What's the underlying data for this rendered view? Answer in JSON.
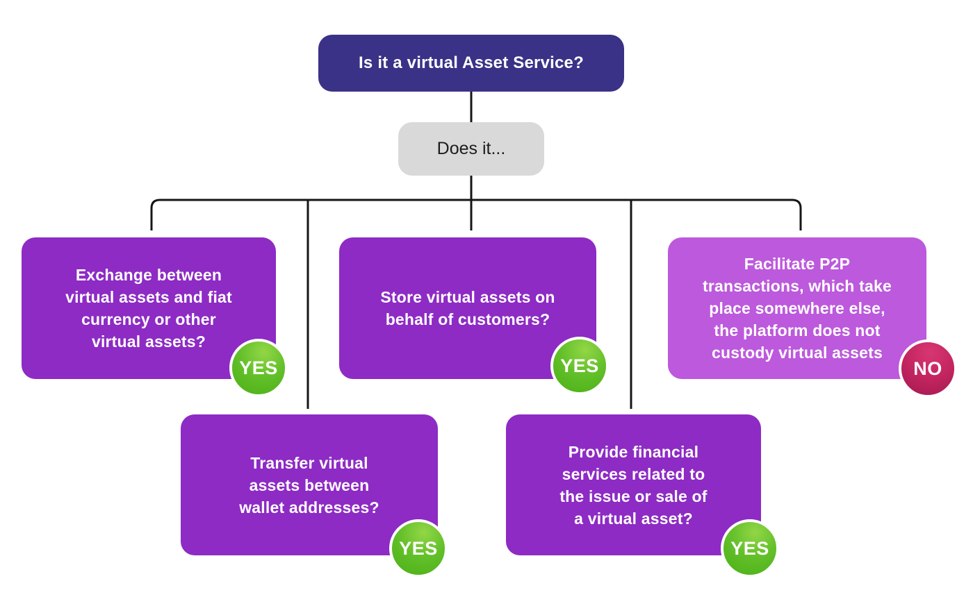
{
  "flowchart": {
    "root_question": "Is it a virtual Asset Service?",
    "connector_label": "Does it...",
    "branches": [
      {
        "id": "exchange",
        "question": "Exchange between\nvirtual assets and fiat\ncurrency or other\nvirtual assets?",
        "answer": "YES"
      },
      {
        "id": "store",
        "question": "Store virtual assets on\nbehalf of customers?",
        "answer": "YES"
      },
      {
        "id": "p2p",
        "question": "Facilitate P2P\ntransactions, which take\nplace somewhere else,\nthe platform does not\ncustody virtual assets",
        "answer": "NO"
      },
      {
        "id": "transfer",
        "question": "Transfer virtual\nassets between\nwallet addresses?",
        "answer": "YES"
      },
      {
        "id": "financial",
        "question": "Provide financial\nservices related to\nthe issue or sale of\na virtual asset?",
        "answer": "YES"
      }
    ],
    "colors": {
      "root_bg": "#3A3287",
      "connector_bg": "#D9D9D9",
      "branch_bg": "#8D2BC4",
      "branch_bg_light": "#BC59DC",
      "yes_badge_green": "#55B71F",
      "no_badge_pink": "#C02360",
      "line": "#161616",
      "text_light": "#FFFFFF",
      "text_dark": "#1D1D1D"
    }
  }
}
